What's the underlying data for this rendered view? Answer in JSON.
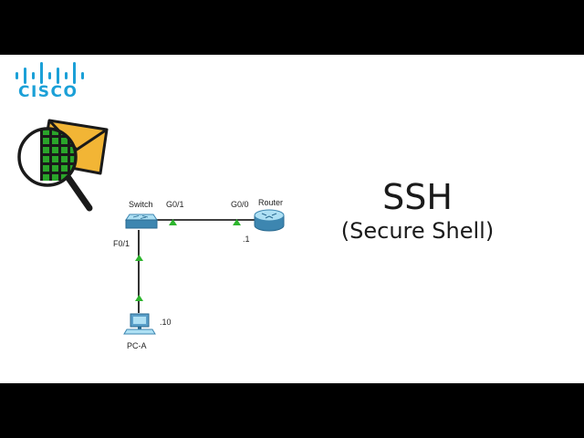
{
  "brand": {
    "name": "CISCO",
    "color": "#1ba0d7"
  },
  "topology": {
    "devices": [
      {
        "id": "switch",
        "label": "Switch",
        "icon": "switch-icon"
      },
      {
        "id": "router",
        "label": "Router",
        "icon": "router-icon"
      },
      {
        "id": "pc",
        "label": "PC-A",
        "icon": "pc-icon"
      }
    ],
    "interfaces": {
      "switch_uplink": "G0/1",
      "router_port": "G0/0",
      "switch_access": "F0/1"
    },
    "addresses": {
      "router": ".1",
      "pc": ".10"
    },
    "link_color": "#000000",
    "status_color": "#2db52d"
  },
  "heading": {
    "title": "SSH",
    "subtitle": "(Secure Shell)"
  },
  "colors": {
    "envelope": "#f2b535",
    "lens_grid": "#2aa52a",
    "letterbox": "#000000"
  }
}
